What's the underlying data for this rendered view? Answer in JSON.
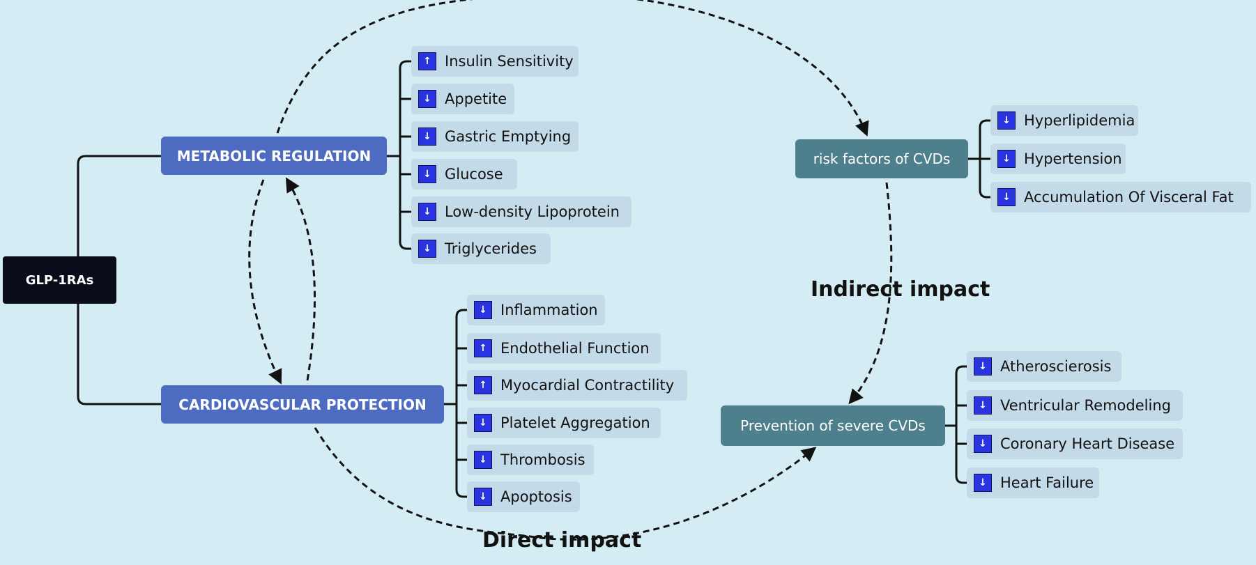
{
  "root": {
    "label": "GLP-1RAs"
  },
  "metabolic": {
    "label": "METABOLIC REGULATION",
    "items": [
      {
        "arrow": "↑",
        "label": "Insulin Sensitivity"
      },
      {
        "arrow": "↓",
        "label": "Appetite"
      },
      {
        "arrow": "↓",
        "label": "Gastric Emptying"
      },
      {
        "arrow": "↓",
        "label": "Glucose"
      },
      {
        "arrow": "↓",
        "label": "Low-density Lipoprotein"
      },
      {
        "arrow": "↓",
        "label": "Triglycerides"
      }
    ]
  },
  "cardio": {
    "label": "CARDIOVASCULAR PROTECTION",
    "items": [
      {
        "arrow": "↓",
        "label": "Inflammation"
      },
      {
        "arrow": "↑",
        "label": "Endothelial Function"
      },
      {
        "arrow": "↑",
        "label": "Myocardial Contractility"
      },
      {
        "arrow": "↓",
        "label": "Platelet Aggregation"
      },
      {
        "arrow": "↓",
        "label": "Thrombosis"
      },
      {
        "arrow": "↓",
        "label": "Apoptosis"
      }
    ]
  },
  "risk": {
    "label": "risk factors of CVDs",
    "items": [
      {
        "arrow": "↓",
        "label": "Hyperlipidemia"
      },
      {
        "arrow": "↓",
        "label": "Hypertension"
      },
      {
        "arrow": "↓",
        "label": "Accumulation Of Visceral Fat"
      }
    ]
  },
  "prevention": {
    "label": "Prevention of severe CVDs",
    "items": [
      {
        "arrow": "↓",
        "label": "Atheroscierosis"
      },
      {
        "arrow": "↓",
        "label": "Ventricular Remodeling"
      },
      {
        "arrow": "↓",
        "label": "Coronary Heart Disease"
      },
      {
        "arrow": "↓",
        "label": "Heart Failure"
      }
    ]
  },
  "impacts": {
    "direct": "Direct impact",
    "indirect": "Indirect impact"
  },
  "colors": {
    "background": "#d4ecf4",
    "root": "#0b0c1a",
    "main_node": "#4e6bc2",
    "teal_node": "#4d7f8c",
    "leaf": "#c3dbe8",
    "arrow_icon": "#2a33e0"
  }
}
